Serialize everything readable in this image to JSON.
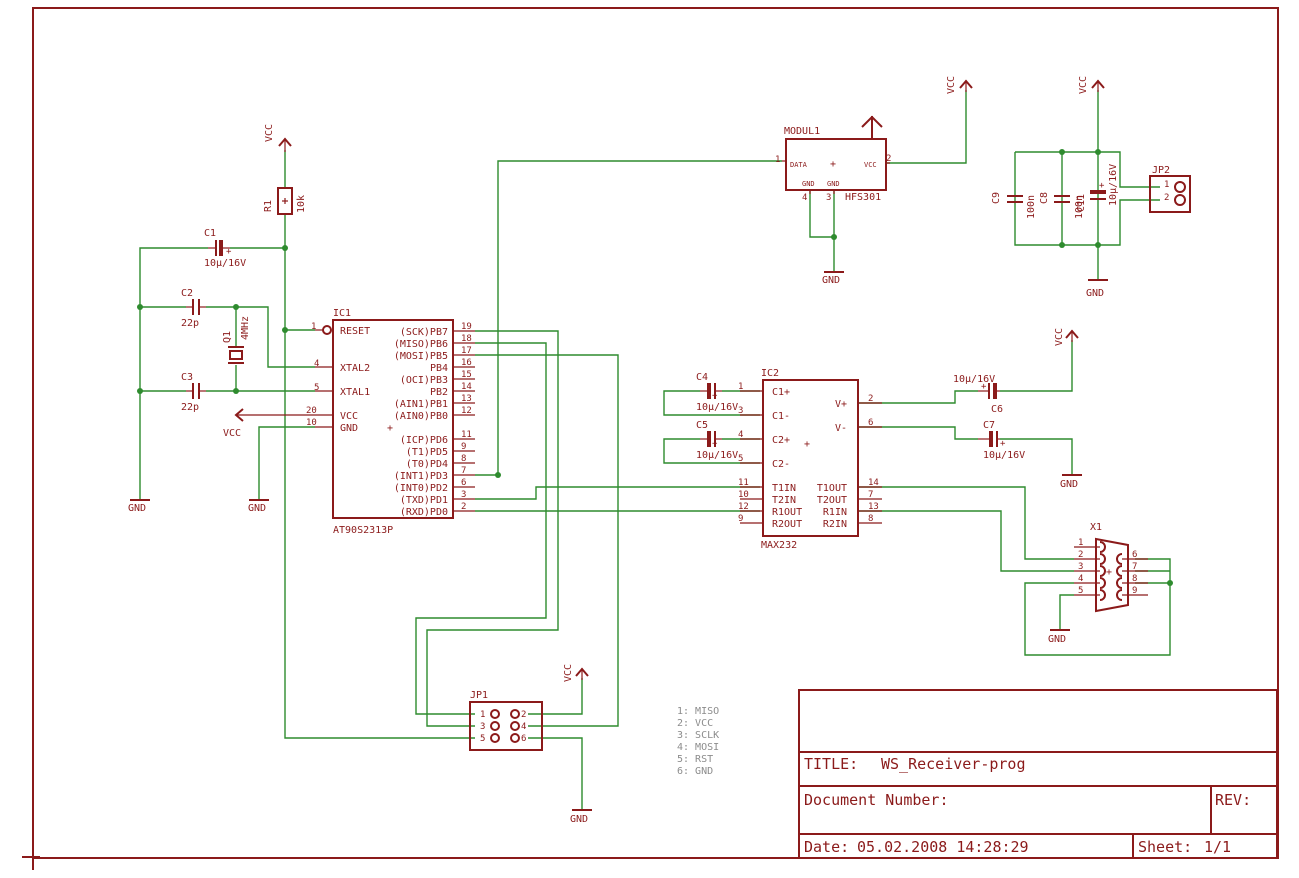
{
  "title_block": {
    "title_label": "TITLE:",
    "title": "WS_Receiver-prog",
    "doc_label": "Document Number:",
    "rev_label": "REV:",
    "date_label": "Date:",
    "date": "05.02.2008 14:28:29",
    "sheet_label": "Sheet:",
    "sheet": "1/1"
  },
  "power": {
    "vcc": "VCC",
    "gnd": "GND"
  },
  "parts": {
    "r1": {
      "name": "R1",
      "value": "10k"
    },
    "c1": {
      "name": "C1",
      "value": "10µ/16V"
    },
    "c2": {
      "name": "C2",
      "value": "22p"
    },
    "c3": {
      "name": "C3",
      "value": "22p"
    },
    "q1": {
      "name": "Q1",
      "value": "4MHz"
    },
    "ic1": {
      "name": "IC1",
      "value": "AT90S2313P",
      "left_pins": [
        {
          "num": "1",
          "label": "RESET"
        },
        {
          "num": "4",
          "label": "XTAL2"
        },
        {
          "num": "5",
          "label": "XTAL1"
        },
        {
          "num": "20",
          "label": "VCC"
        },
        {
          "num": "10",
          "label": "GND"
        }
      ],
      "right_pins": [
        {
          "num": "19",
          "label": "(SCK)PB7"
        },
        {
          "num": "18",
          "label": "(MISO)PB6"
        },
        {
          "num": "17",
          "label": "(MOSI)PB5"
        },
        {
          "num": "16",
          "label": "PB4"
        },
        {
          "num": "15",
          "label": "(OCI)PB3"
        },
        {
          "num": "14",
          "label": "PB2"
        },
        {
          "num": "13",
          "label": "(AIN1)PB1"
        },
        {
          "num": "12",
          "label": "(AIN0)PB0"
        },
        {
          "num": "11",
          "label": "(ICP)PD6"
        },
        {
          "num": "9",
          "label": "(T1)PD5"
        },
        {
          "num": "8",
          "label": "(T0)PD4"
        },
        {
          "num": "7",
          "label": "(INT1)PD3"
        },
        {
          "num": "6",
          "label": "(INT0)PD2"
        },
        {
          "num": "3",
          "label": "(TXD)PD1"
        },
        {
          "num": "2",
          "label": "(RXD)PD0"
        }
      ]
    },
    "modul1": {
      "name": "MODUL1",
      "value": "HFS301",
      "pin_data": "DATA",
      "pin_vcc": "VCC",
      "pin_gnd": "GND",
      "p1": "1",
      "p2": "2",
      "p3": "3",
      "p4": "4"
    },
    "c9": {
      "name": "C9",
      "value": "100n"
    },
    "c8": {
      "name": "C8",
      "value": "100n"
    },
    "c11": {
      "name": "C11",
      "value": "10µ/16V"
    },
    "jp2": {
      "name": "JP2",
      "p1": "1",
      "p2": "2"
    },
    "ic2": {
      "name": "IC2",
      "value": "MAX232",
      "left_pins": [
        {
          "num": "1",
          "label": "C1+"
        },
        {
          "num": "3",
          "label": "C1-"
        },
        {
          "num": "4",
          "label": "C2+"
        },
        {
          "num": "5",
          "label": "C2-"
        },
        {
          "num": "11",
          "label": "T1IN"
        },
        {
          "num": "10",
          "label": "T2IN"
        },
        {
          "num": "12",
          "label": "R1OUT"
        },
        {
          "num": "9",
          "label": "R2OUT"
        }
      ],
      "right_pins": [
        {
          "num": "2",
          "label": "V+"
        },
        {
          "num": "6",
          "label": "V-"
        },
        {
          "num": "14",
          "label": "T1OUT"
        },
        {
          "num": "7",
          "label": "T2OUT"
        },
        {
          "num": "13",
          "label": "R1IN"
        },
        {
          "num": "8",
          "label": "R2IN"
        }
      ]
    },
    "c4": {
      "name": "C4",
      "value": "10µ/16V"
    },
    "c5": {
      "name": "C5",
      "value": "10µ/16V"
    },
    "c6": {
      "name": "C6",
      "value": "10µ/16V"
    },
    "c7": {
      "name": "C7",
      "value": "10µ/16V"
    },
    "x1": {
      "name": "X1",
      "left": [
        "1",
        "2",
        "3",
        "4",
        "5"
      ],
      "right": [
        "6",
        "7",
        "8",
        "9"
      ]
    },
    "jp1": {
      "name": "JP1",
      "left": [
        "1",
        "3",
        "5"
      ],
      "right": [
        "2",
        "4",
        "6"
      ]
    }
  },
  "jp1_legend": [
    "1: MISO",
    "2: VCC",
    "3: SCLK",
    "4: MOSI",
    "5: RST",
    "6: GND"
  ]
}
